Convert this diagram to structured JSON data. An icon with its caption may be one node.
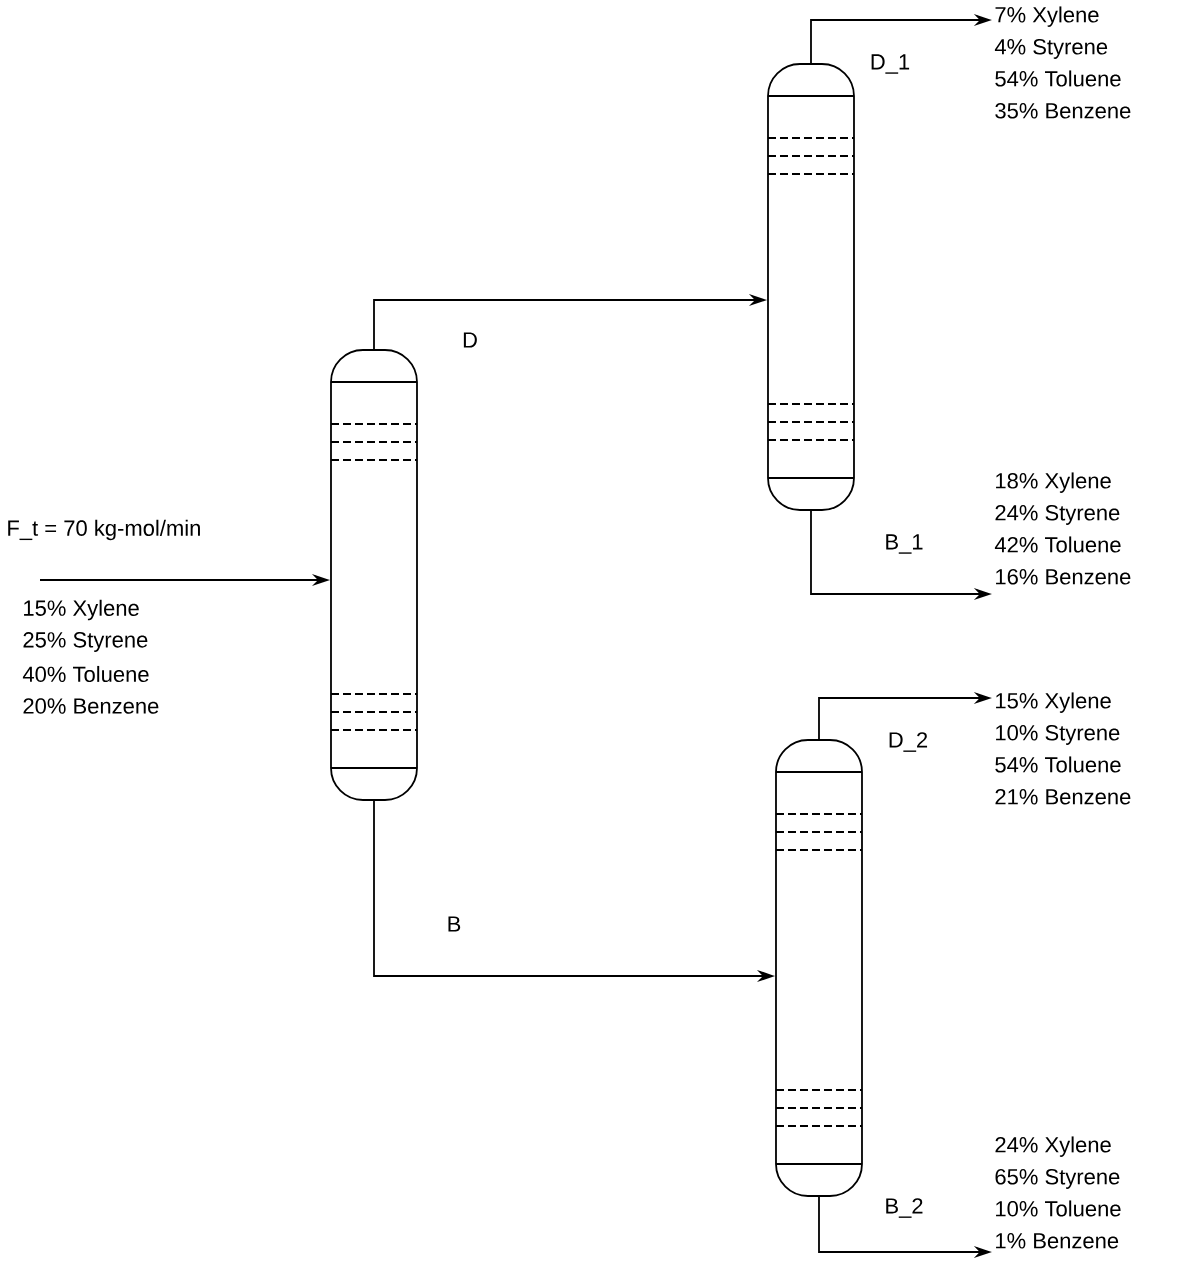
{
  "diagram": {
    "nodes": [
      {
        "text": [],
        "shape": "cylinder"
      },
      {
        "text": [],
        "shape": "cylinder"
      },
      {
        "text": [],
        "shape": "cylinder"
      },
      {
        "text": [
          "7% Xylene",
          "4% Styrene",
          "54% Toluene",
          "35% Benzene"
        ]
      },
      {
        "text": [
          "18% Xylene",
          "24% Styrene",
          "42% Toluene",
          "16% Benzene"
        ]
      },
      {
        "text": [
          "15% Xylene",
          "10% Styrene",
          "54% Toluene",
          "21% Benzene"
        ]
      },
      {
        "text": [
          "24% Xylene",
          "65% Styrene",
          "10% Toluene",
          "1% Benzene"
        ]
      }
    ],
    "edges": [
      {
        "from": null,
        "to": 0,
        "arrow": "to"
      },
      {
        "from": 0,
        "to": 1,
        "arrow": "to",
        "label": "D"
      },
      {
        "from": 0,
        "to": 2,
        "arrow": "to",
        "label": "B"
      },
      {
        "from": 1,
        "to": 3,
        "arrow": "to",
        "label": "D_1"
      },
      {
        "from": 1,
        "to": 4,
        "arrow": "to",
        "label": "B_1"
      },
      {
        "from": 2,
        "to": 5,
        "arrow": "to",
        "label": "D_2"
      },
      {
        "from": 2,
        "to": 6,
        "arrow": "to",
        "label": "B_2"
      }
    ],
    "labels": [
      "F_t = 70 kg-mol/min",
      "15% Xylene",
      "25% Styrene",
      "40% Toluene",
      "20% Benzene"
    ]
  }
}
